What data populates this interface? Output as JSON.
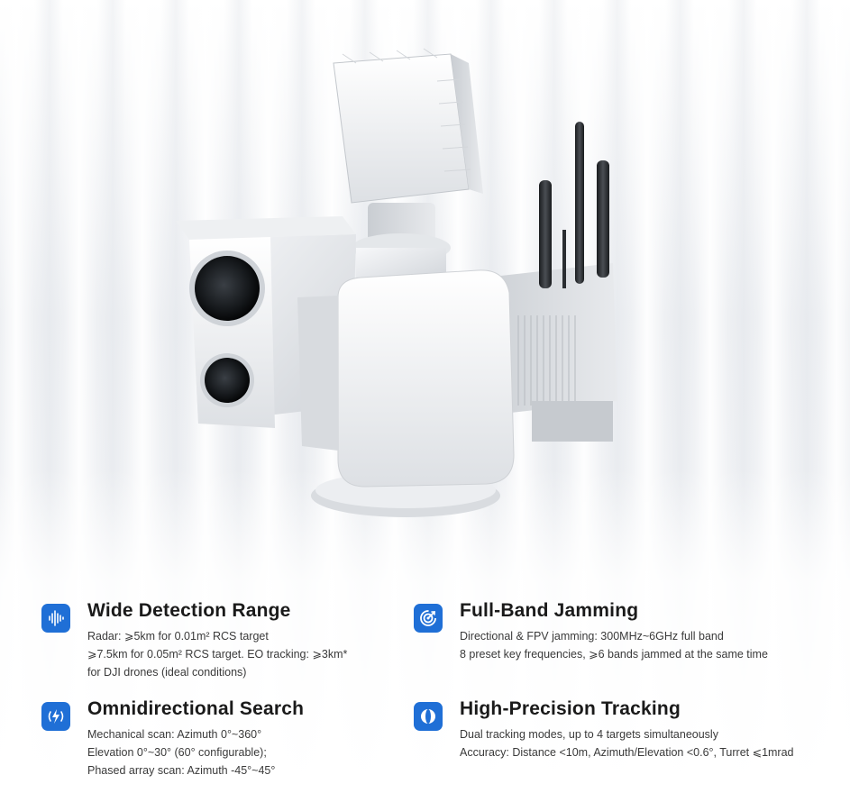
{
  "theme": {
    "accent": "#1f6fd6",
    "title_color": "#1a1a1a",
    "text_color": "#3a3a3a"
  },
  "product_image": {
    "description_icon": "counter-drone-turret-system"
  },
  "features": [
    {
      "icon": "signal-wave-icon",
      "title": "Wide Detection Range",
      "lines": [
        "Radar: ⩾5km for 0.01m² RCS target",
        "⩾7.5km for 0.05m² RCS target. EO tracking: ⩾3km*",
        "for DJI drones (ideal conditions)"
      ]
    },
    {
      "icon": "jamming-target-icon",
      "title": "Full-Band Jamming",
      "lines": [
        "Directional & FPV jamming: 300MHz~6GHz full band",
        "8 preset key frequencies, ⩾6 bands jammed at the same time"
      ]
    },
    {
      "icon": "lightning-broadcast-icon",
      "title": "Omnidirectional Search",
      "lines": [
        "Mechanical scan: Azimuth 0°~360°",
        "Elevation 0°~30° (60° configurable);",
        "Phased array scan: Azimuth -45°~45°"
      ]
    },
    {
      "icon": "dual-lens-tracking-icon",
      "title": "High-Precision Tracking",
      "lines": [
        "Dual tracking modes, up to 4 targets simultaneously",
        "Accuracy: Distance <10m, Azimuth/Elevation <0.6°, Turret ⩽1mrad"
      ]
    }
  ]
}
